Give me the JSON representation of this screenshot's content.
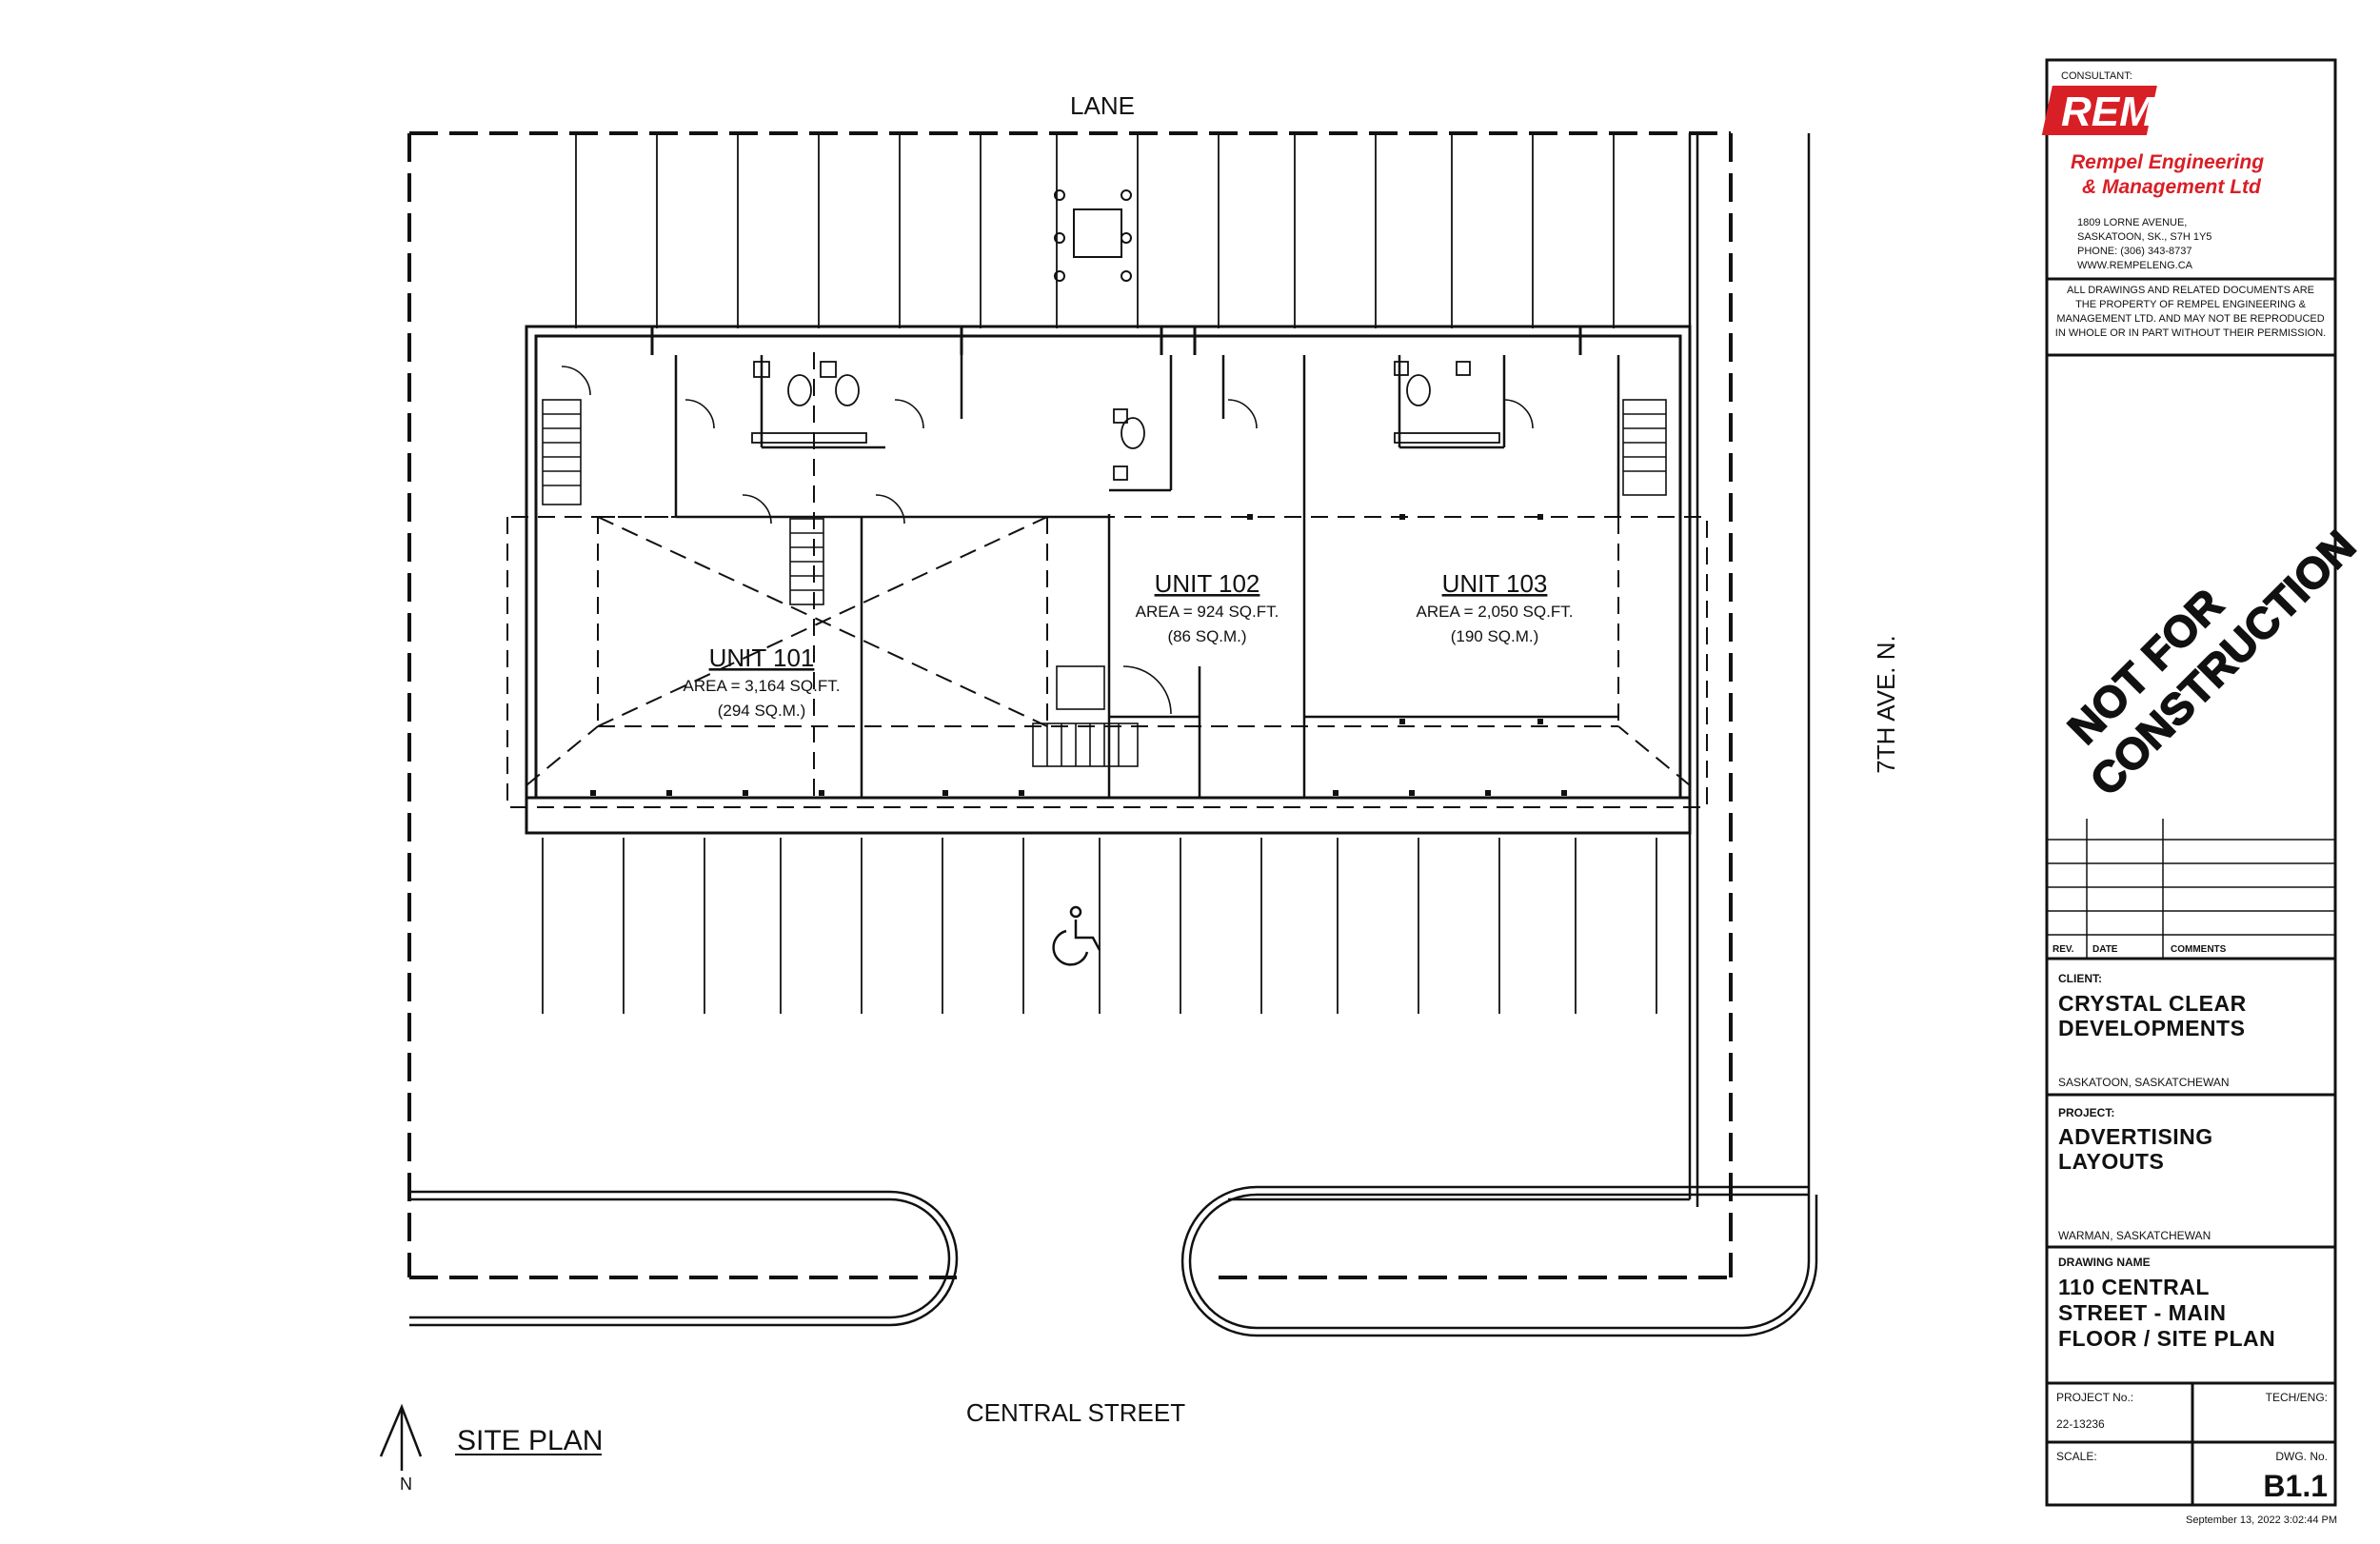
{
  "streets": {
    "lane": "LANE",
    "central": "CENTRAL STREET",
    "avenue": "7TH AVE. N."
  },
  "units": [
    {
      "name": "UNIT 101",
      "area_sqft": "AREA = 3,164 SQ.FT.",
      "area_sqm": "(294 SQ.M.)"
    },
    {
      "name": "UNIT 102",
      "area_sqft": "AREA = 924 SQ.FT.",
      "area_sqm": "(86 SQ.M.)"
    },
    {
      "name": "UNIT 103",
      "area_sqft": "AREA = 2,050 SQ.FT.",
      "area_sqm": "(190 SQ.M.)"
    }
  ],
  "site_plan_label": "SITE PLAN",
  "north_label": "N",
  "consultant": {
    "label": "CONSULTANT:",
    "logo_text": "REM",
    "name_line1": "Rempel Engineering",
    "name_line2": "& Management Ltd",
    "address_lines": [
      "1809 LORNE AVENUE,",
      "SASKATOON, SK., S7H 1Y5",
      "PHONE: (306) 343-8737",
      "WWW.REMPELENG.CA"
    ],
    "disclaimer_lines": [
      "ALL DRAWINGS AND RELATED DOCUMENTS ARE",
      "THE PROPERTY OF REMPEL ENGINEERING &",
      "MANAGEMENT LTD. AND MAY NOT BE REPRODUCED",
      "IN WHOLE OR IN PART WITHOUT THEIR PERMISSION."
    ]
  },
  "stamp": {
    "line1": "NOT FOR",
    "line2": "CONSTRUCTION"
  },
  "revisions": {
    "rev": "REV.",
    "date": "DATE",
    "comments": "COMMENTS"
  },
  "client": {
    "label": "CLIENT:",
    "line1": "CRYSTAL CLEAR",
    "line2": "DEVELOPMENTS",
    "location": "SASKATOON, SASKATCHEWAN"
  },
  "project": {
    "label": "PROJECT:",
    "line1": "ADVERTISING",
    "line2": "LAYOUTS",
    "location": "WARMAN, SASKATCHEWAN"
  },
  "drawing": {
    "label": "DRAWING NAME",
    "line1": "110 CENTRAL",
    "line2": "STREET - MAIN",
    "line3": "FLOOR / SITE PLAN"
  },
  "project_no": {
    "label": "PROJECT No.:",
    "value": "22-13236"
  },
  "tech": {
    "label": "TECH/ENG:"
  },
  "scale": {
    "label": "SCALE:"
  },
  "dwg_no": {
    "label": "DWG. No.",
    "value": "B1.1"
  },
  "timestamp": "September 13, 2022 3:02:44 PM",
  "colors": {
    "brand_red": "#d81f26",
    "line": "#111111"
  }
}
